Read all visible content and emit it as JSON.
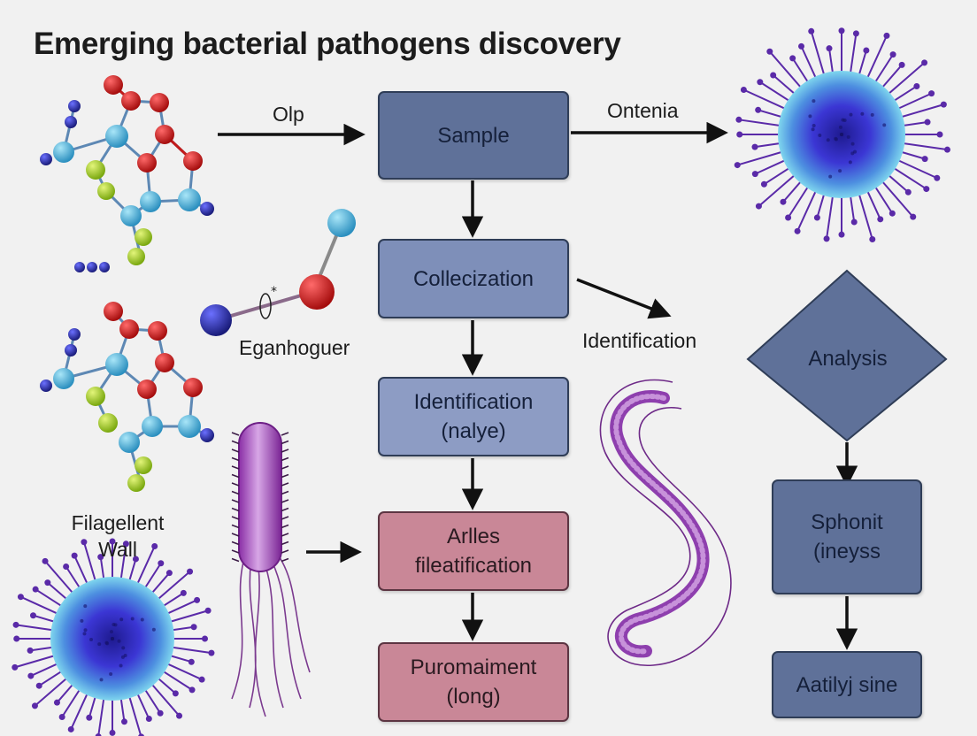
{
  "title": "Emerging bacterial pathogens discovery",
  "labels": {
    "olp": "Olp",
    "ontenia": "Ontenia",
    "eganhoguer": "Eganhoguer",
    "identification_side": "Identification",
    "filagellent_line1": "Filagellent",
    "filagellent_line2": "Wall"
  },
  "flow": {
    "sample": "Sample",
    "collection": "Collecization",
    "identification_line1": "Identification",
    "identification_line2": "(nalye)",
    "arlles_line1": "Arlles",
    "arlles_line2": "fileatification",
    "puromaiment_line1": "Puromaiment",
    "puromaiment_line2": "(long)"
  },
  "right_flow": {
    "analysis": "Analysis",
    "sphonit_line1": "Sphonit",
    "sphonit_line2": "(ineyss",
    "aatilyj": "Aatilyj sine"
  },
  "colors": {
    "box_dark": "#5f7199",
    "box_light": "#8d9cc4",
    "box_pink": "#c98797",
    "atom_red": "#c21b1b",
    "atom_cyan": "#4fb3d9",
    "atom_lime": "#a6cf1f",
    "atom_navy": "#2a2ea8",
    "virus_core": "#3a2bc8",
    "bacterium": "#a24cc2"
  }
}
